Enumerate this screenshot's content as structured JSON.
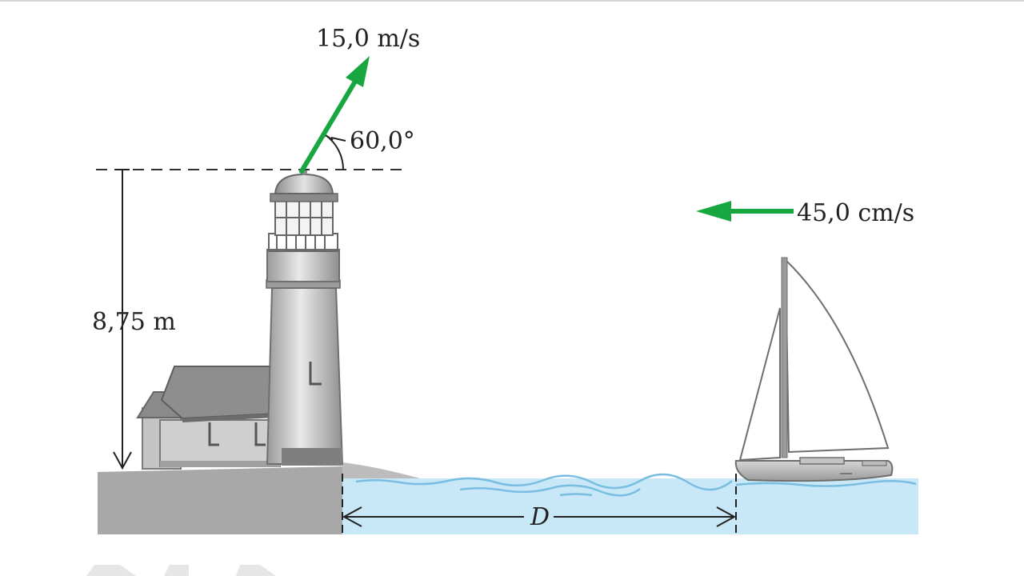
{
  "launch_speed_label": "15,0 m/s",
  "launch_angle_label": "60,0°",
  "height_label": "8,75 m",
  "boat_speed_label": "45,0 cm/s",
  "distance_label": "D",
  "colors": {
    "vector_arrow": "#18a640",
    "water": "#c8e8f7",
    "ground": "#a8a8a8",
    "structure": "#b8b8b8"
  }
}
